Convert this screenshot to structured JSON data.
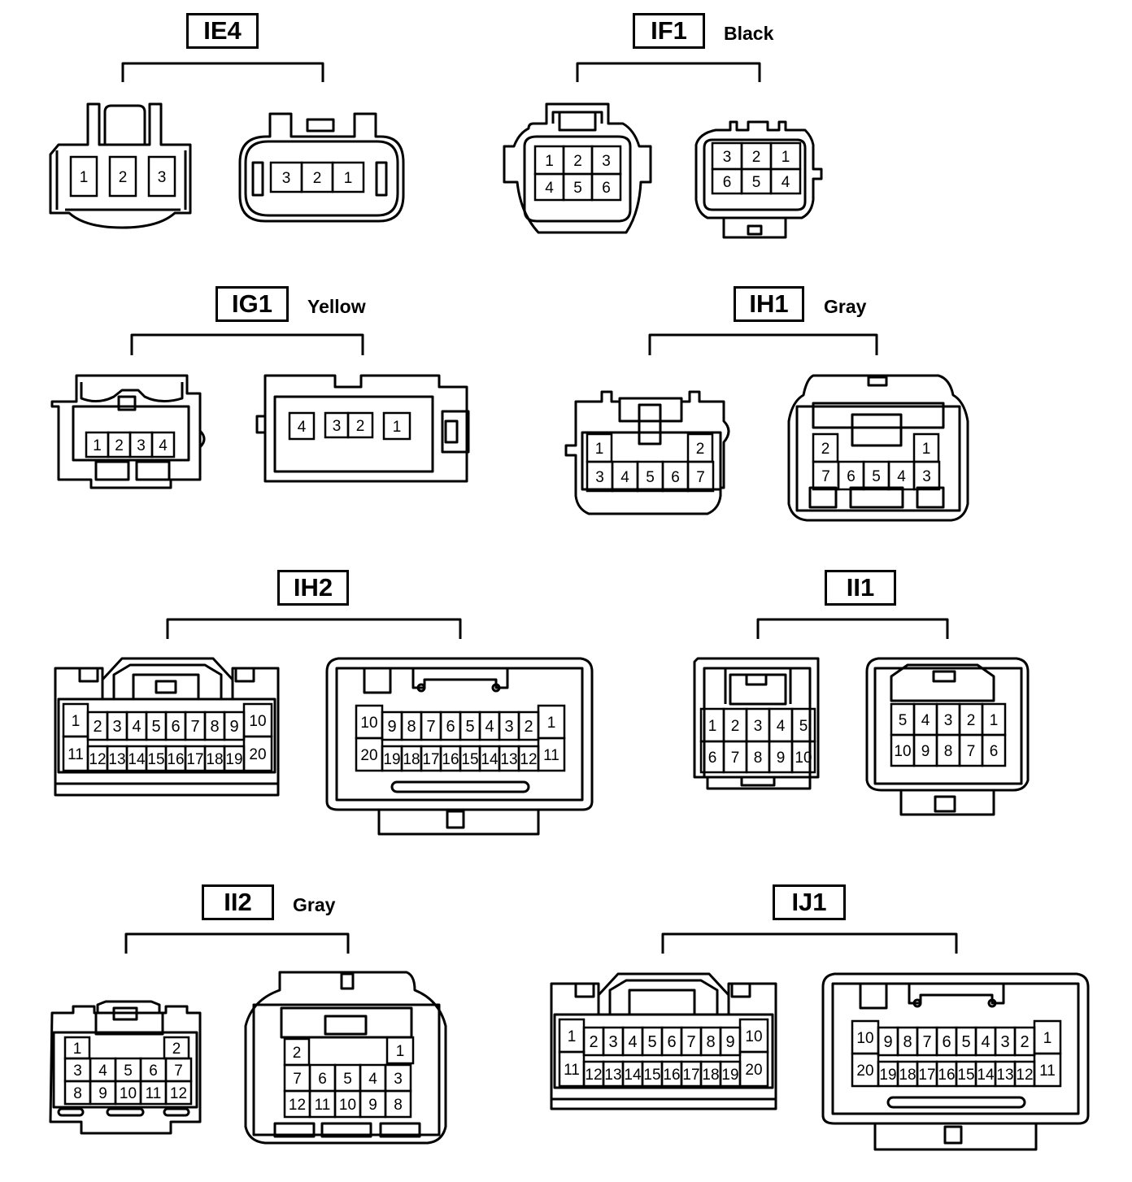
{
  "connectors": [
    {
      "id": "ie4",
      "code": "IE4",
      "color": "",
      "male_pins": [
        [
          "1",
          "2",
          "3"
        ]
      ],
      "female_pins": [
        [
          "3",
          "2",
          "1"
        ]
      ]
    },
    {
      "id": "if1",
      "code": "IF1",
      "color": "Black",
      "male_pins": [
        [
          "1",
          "2",
          "3"
        ],
        [
          "4",
          "5",
          "6"
        ]
      ],
      "female_pins": [
        [
          "3",
          "2",
          "1"
        ],
        [
          "6",
          "5",
          "4"
        ]
      ]
    },
    {
      "id": "ig1",
      "code": "IG1",
      "color": "Yellow",
      "male_pins": [
        [
          "1",
          "2",
          "3",
          "4"
        ]
      ],
      "female_pins": [
        [
          "4",
          "3",
          "2",
          "1"
        ]
      ]
    },
    {
      "id": "ih1",
      "code": "IH1",
      "color": "Gray",
      "male_pins": [
        [
          "1",
          "2"
        ],
        [
          "3",
          "4",
          "5",
          "6",
          "7"
        ]
      ],
      "female_pins": [
        [
          "2",
          "1"
        ],
        [
          "7",
          "6",
          "5",
          "4",
          "3"
        ]
      ]
    },
    {
      "id": "ih2",
      "code": "IH2",
      "color": "",
      "male_pins": [
        [
          "1",
          "2",
          "3",
          "4",
          "5",
          "6",
          "7",
          "8",
          "9",
          "10"
        ],
        [
          "11",
          "12",
          "13",
          "14",
          "15",
          "16",
          "17",
          "18",
          "19",
          "20"
        ]
      ],
      "female_pins": [
        [
          "10",
          "9",
          "8",
          "7",
          "6",
          "5",
          "4",
          "3",
          "2",
          "1"
        ],
        [
          "20",
          "19",
          "18",
          "17",
          "16",
          "15",
          "14",
          "13",
          "12",
          "11"
        ]
      ]
    },
    {
      "id": "ii1",
      "code": "II1",
      "color": "",
      "male_pins": [
        [
          "1",
          "2",
          "3",
          "4",
          "5"
        ],
        [
          "6",
          "7",
          "8",
          "9",
          "10"
        ]
      ],
      "female_pins": [
        [
          "5",
          "4",
          "3",
          "2",
          "1"
        ],
        [
          "10",
          "9",
          "8",
          "7",
          "6"
        ]
      ]
    },
    {
      "id": "ii2",
      "code": "II2",
      "color": "Gray",
      "male_pins": [
        [
          "1",
          "2"
        ],
        [
          "3",
          "4",
          "5",
          "6",
          "7"
        ],
        [
          "8",
          "9",
          "10",
          "11",
          "12"
        ]
      ],
      "female_pins": [
        [
          "2",
          "1"
        ],
        [
          "7",
          "6",
          "5",
          "4",
          "3"
        ],
        [
          "12",
          "11",
          "10",
          "9",
          "8"
        ]
      ]
    },
    {
      "id": "ij1",
      "code": "IJ1",
      "color": "",
      "male_pins": [
        [
          "1",
          "2",
          "3",
          "4",
          "5",
          "6",
          "7",
          "8",
          "9",
          "10"
        ],
        [
          "11",
          "12",
          "13",
          "14",
          "15",
          "16",
          "17",
          "18",
          "19",
          "20"
        ]
      ],
      "female_pins": [
        [
          "10",
          "9",
          "8",
          "7",
          "6",
          "5",
          "4",
          "3",
          "2",
          "1"
        ],
        [
          "20",
          "19",
          "18",
          "17",
          "16",
          "15",
          "14",
          "13",
          "12",
          "11"
        ]
      ]
    }
  ]
}
